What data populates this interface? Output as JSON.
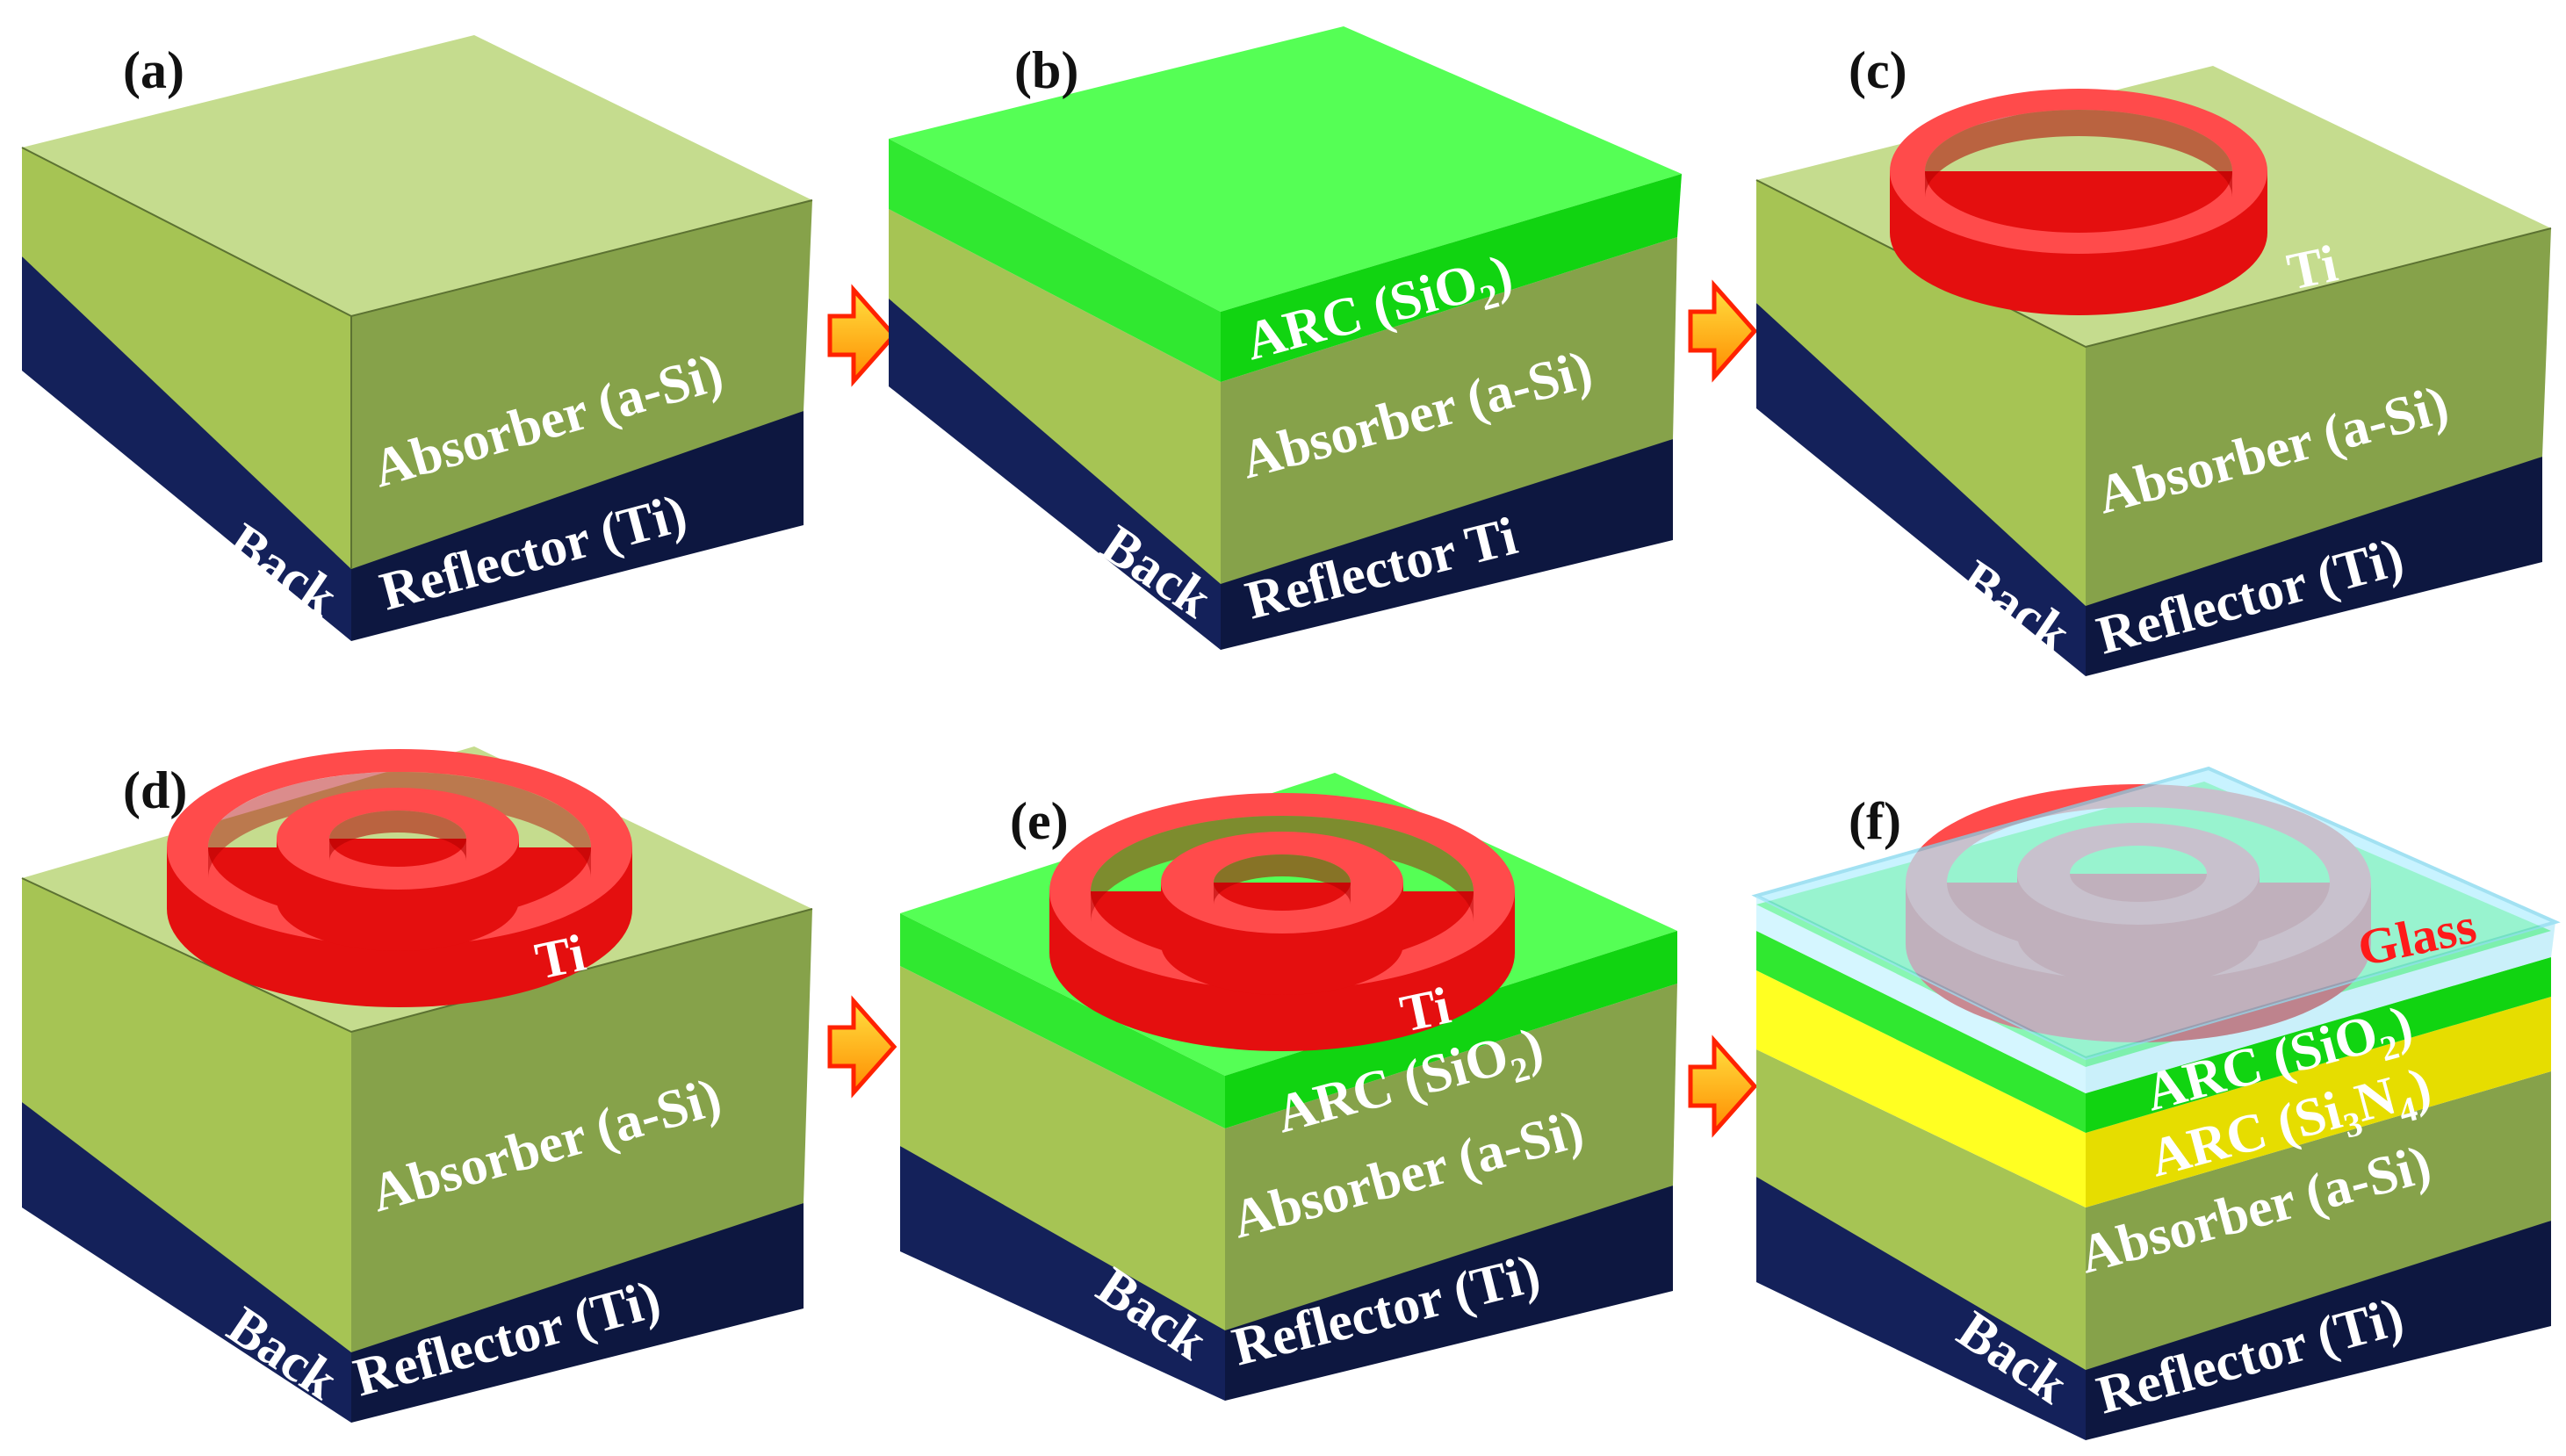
{
  "colors": {
    "absorber_top": "#c5dc8e",
    "absorber_front": "#86a24a",
    "absorber_side": "#a6c454",
    "reflector_front": "#14215a",
    "reflector_side": "#0d1740",
    "arc_sio2_top": "#55ff55",
    "arc_sio2_front": "#11d411",
    "arc_sio2_side": "#30e830",
    "arc_si3n4_front": "#e6dd00",
    "arc_si3n4_side": "#ffff22",
    "ring_top": "#ff4b4b",
    "ring_wall": "#e40f0f",
    "ring_wall_dark": "#b00000",
    "glass": "#b3efff",
    "arrow_fill": "#ffb000",
    "arrow_stroke": "#ff2200"
  },
  "panels": {
    "a": {
      "label": "(a)",
      "absorber": "Absorber  (a-Si)",
      "back": "Back",
      "reflector": "Reflector (Ti)"
    },
    "b": {
      "label": "(b)",
      "arc": "ARC (SiO",
      "arc_sub": "2",
      "arc_close": ")",
      "absorber": "Absorber (a-Si)",
      "back": "Back",
      "reflector": "Reflector Ti"
    },
    "c": {
      "label": "(c)",
      "ti": "Ti",
      "absorber": "Absorber (a-Si)",
      "back": "Back",
      "reflector": "Reflector (Ti)"
    },
    "d": {
      "label": "(d)",
      "ti": "Ti",
      "absorber": "Absorber (a-Si)",
      "back": "Back",
      "reflector": "Reflector (Ti)"
    },
    "e": {
      "label": "(e)",
      "ti": "Ti",
      "arc": "ARC (SiO",
      "arc_sub": "2",
      "arc_close": ")",
      "absorber": "Absorber (a-Si)",
      "back": "Back",
      "reflector": "Reflector (Ti)"
    },
    "f": {
      "label": "(f)",
      "glass": "Glass",
      "arc1": "ARC  (SiO",
      "arc1_sub": "2",
      "arc1_close": ")",
      "arc2": "ARC  (Si",
      "arc2_sub1": "3",
      "arc2_mid": "N",
      "arc2_sub2": "4",
      "arc2_close": ")",
      "absorber": "Absorber (a-Si)",
      "back": "Back",
      "reflector": "Reflector (Ti)"
    }
  }
}
